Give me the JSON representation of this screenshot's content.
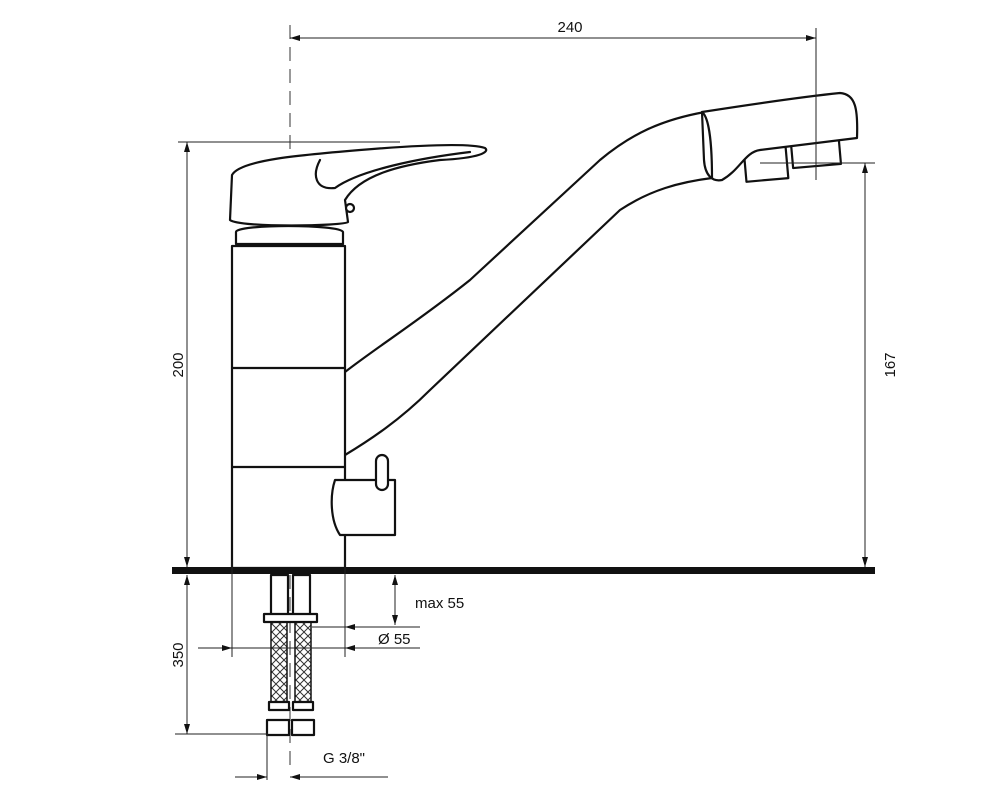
{
  "drawing": {
    "title": "Faucet technical drawing",
    "dimensions": {
      "spout_reach": "240",
      "total_height": "200",
      "spout_height": "167",
      "hose_length": "350",
      "max_countertop": "max 55",
      "mount_diameter": "Ø 55",
      "connection_thread": "G 3/8\""
    }
  }
}
